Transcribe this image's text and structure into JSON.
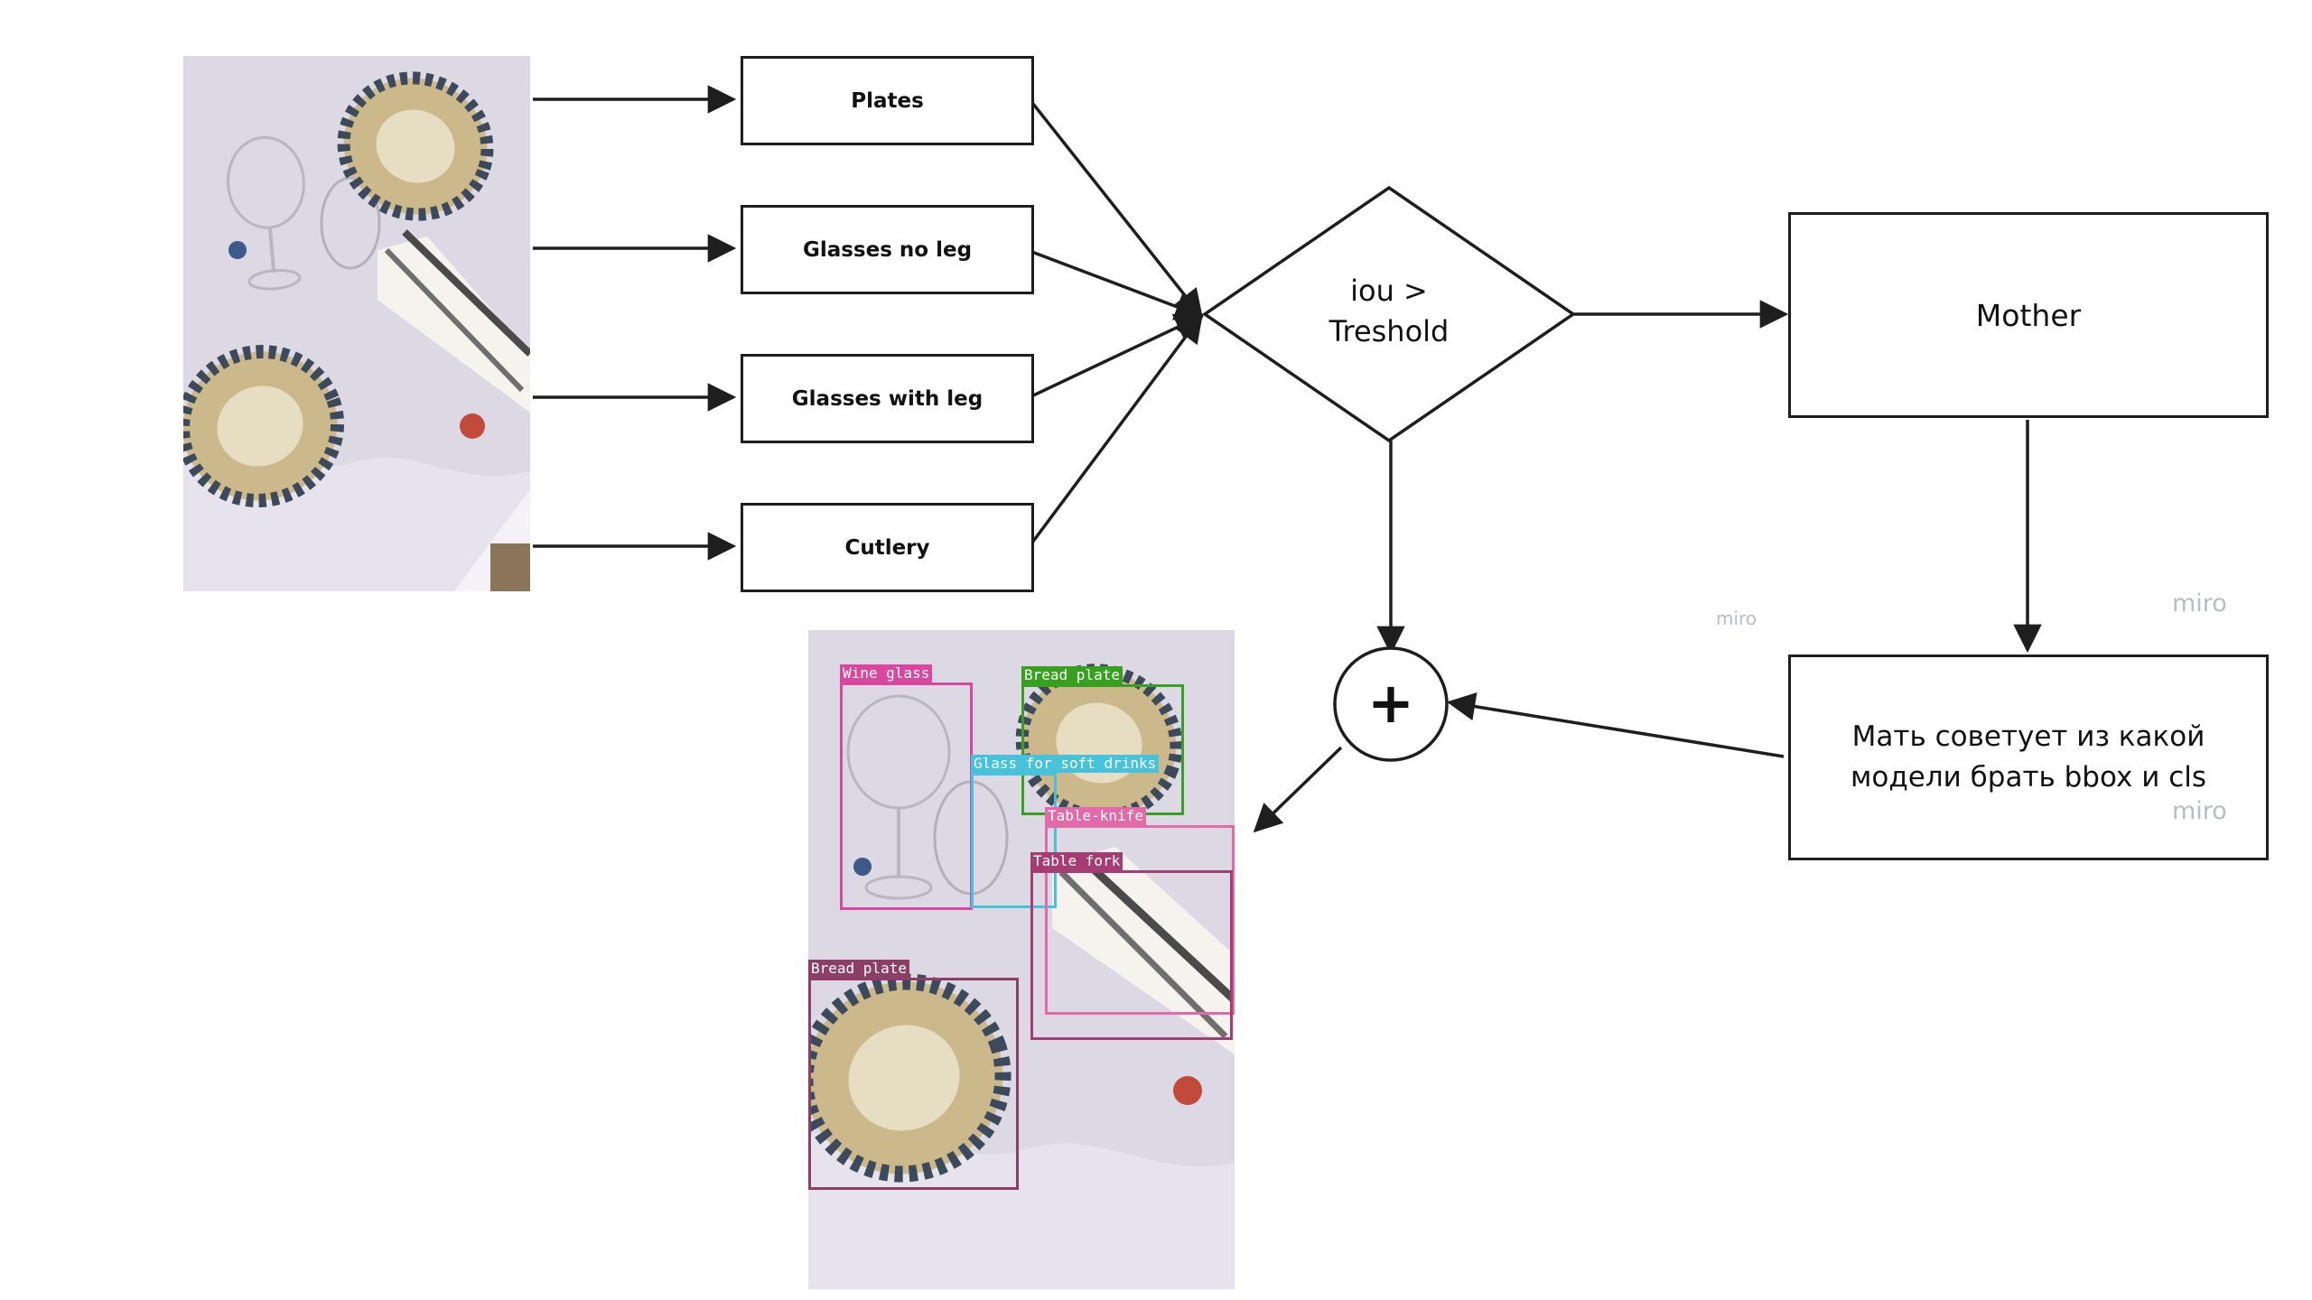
{
  "models": [
    {
      "label": "Plates"
    },
    {
      "label": "Glasses no leg"
    },
    {
      "label": "Glasses with leg"
    },
    {
      "label": "Cutlery"
    }
  ],
  "decision": {
    "line1": "iou >",
    "line2": "Treshold"
  },
  "mother": {
    "label": "Mother"
  },
  "advice": {
    "text": "Мать советует из какой модели брать bbox и cls"
  },
  "combine": {
    "symbol": "+"
  },
  "watermarks": {
    "miro_a": "miro",
    "miro_b": "miro",
    "miro_c": "miro"
  },
  "detections": [
    {
      "label": "Wine glass",
      "color": "#d9489e"
    },
    {
      "label": "Bread plate",
      "color": "#35a11e"
    },
    {
      "label": "Glass for soft drinks",
      "color": "#46c3da"
    },
    {
      "label": "Table-knife",
      "color": "#e26aa8"
    },
    {
      "label": "Table fork",
      "color": "#a63c74"
    },
    {
      "label": "Bread plate",
      "color": "#8c3e66"
    }
  ],
  "colors": {
    "stroke": "#1e1e1e",
    "tablecloth": "#dcd8e4",
    "napkin": "#f6f3ee",
    "plate_rim": "#cbb98b",
    "plate_pattern": "#3d4a5c"
  }
}
